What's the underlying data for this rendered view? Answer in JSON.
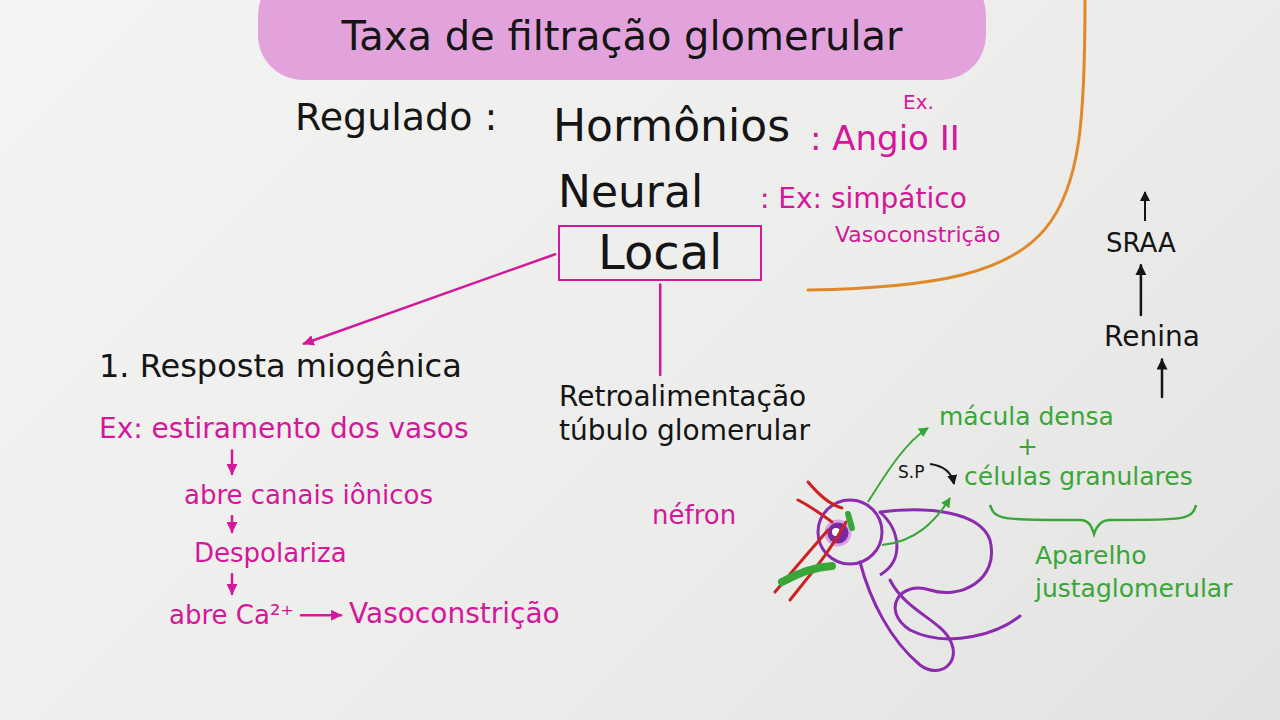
{
  "diagram": {
    "title": "Taxa de filtração glomerular",
    "nodes": [
      {
        "text": [
          "Local"
        ]
      },
      {
        "text": [
          "1. Resposta miogênica"
        ]
      },
      {
        "text": [
          "Ex: estiramento dos vasos"
        ]
      },
      {
        "text": [
          "abre canais iônicos"
        ]
      },
      {
        "text": [
          "Despolariza"
        ]
      },
      {
        "text": [
          "abre Ca²⁺"
        ]
      },
      {
        "text": [
          "Vasoconstrição"
        ]
      },
      {
        "text": [
          "Retroalimentação túbulo glomerular"
        ]
      },
      {
        "text": [
          "mácula densa",
          "+",
          "células granulares"
        ]
      },
      {
        "text": [
          "Renina"
        ]
      },
      {
        "text": [
          "SRAA"
        ]
      }
    ],
    "edges": [
      {
        "from": 0,
        "to": 1,
        "arrow": "to"
      },
      {
        "from": 0,
        "to": 7,
        "arrow": "none"
      },
      {
        "from": 2,
        "to": 3,
        "arrow": "to"
      },
      {
        "from": 3,
        "to": 4,
        "arrow": "to"
      },
      {
        "from": 4,
        "to": 5,
        "arrow": "to"
      },
      {
        "from": 5,
        "to": 6,
        "arrow": "to"
      },
      {
        "from": 8,
        "to": 9,
        "arrow": "to"
      },
      {
        "from": 9,
        "to": 10,
        "arrow": "to"
      }
    ],
    "labels": [
      "Regulado :",
      "Hormônios",
      "Ex.",
      ": Angio II",
      "Neural",
      ": Ex: simpático",
      "Vasoconstrição",
      "néfron",
      "S.P",
      "Aparelho justaglomerular"
    ]
  }
}
